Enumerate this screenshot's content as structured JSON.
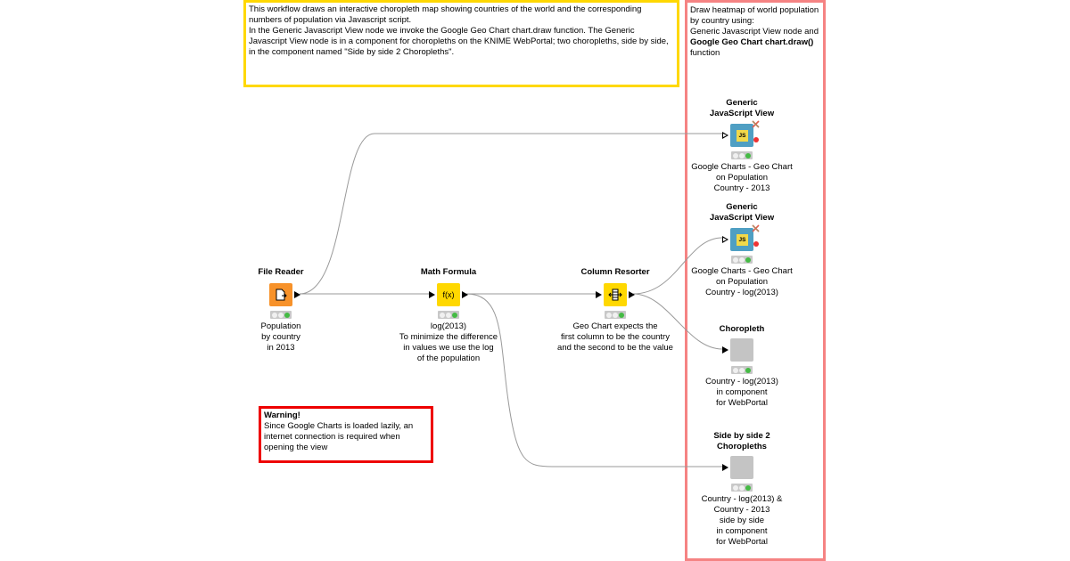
{
  "annotations": {
    "description": {
      "line1": "This workflow draws an interactive choropleth map showing countries of the world and the corresponding numbers of population via Javascript script.",
      "line2": "In the Generic Javascript View node we invoke the Google Geo Chart chart.draw function. The Generic Javascript View node is in a component for choropleths on the KNIME WebPortal; two choropleths, side by side, in the component named \"Side by side 2 Choropleths\".",
      "border_color": "#ffd800"
    },
    "heatmap_note": {
      "text1": "Draw heatmap of world population by country using:",
      "text2": "Generic Javascript View node and",
      "bold": "Google Geo Chart chart.draw()",
      "text3": "function",
      "border_color": "#f58383"
    },
    "warning": {
      "title": "Warning!",
      "text": "Since Google Charts is loaded lazily, an internet connection is required when opening the view",
      "border_color": "#ee0000"
    }
  },
  "nodes": [
    {
      "id": "file-reader",
      "title": "File Reader",
      "label": "Population\nby country\nin 2013",
      "color": "#f7922a",
      "icon": "file-reader-icon",
      "status": "executed"
    },
    {
      "id": "math-formula",
      "title": "Math Formula",
      "label": "log(2013)\nTo minimize the difference\nin values we use the log\nof the population",
      "color": "#ffd800",
      "icon": "fx-icon",
      "glyph": "f(x)",
      "status": "executed"
    },
    {
      "id": "column-resorter",
      "title": "Column Resorter",
      "label": "Geo Chart expects the\nfirst column to be the country\nand the second to be the value",
      "color": "#ffd800",
      "icon": "column-resorter-icon",
      "glyph": "⇳",
      "status": "executed"
    },
    {
      "id": "generic-js-view-1",
      "title": "Generic\nJavaScript View",
      "label": "Google Charts - Geo Chart\non Population\nCountry - 2013",
      "color": "#4f9fc3",
      "icon": "js-icon",
      "glyph": "JS",
      "status": "executed"
    },
    {
      "id": "generic-js-view-2",
      "title": "Generic\nJavaScript View",
      "label": "Google Charts - Geo Chart\non Population\nCountry - log(2013)",
      "color": "#4f9fc3",
      "icon": "js-icon",
      "glyph": "JS",
      "status": "executed"
    },
    {
      "id": "choropleth",
      "title": "Choropleth",
      "label": "Country - log(2013)\nin component\nfor WebPortal",
      "color": "#c4c4c4",
      "icon": "component-icon",
      "status": "executed"
    },
    {
      "id": "side-by-side",
      "title": "Side by side 2\nChoropleths",
      "label": "Country - log(2013) &\nCountry - 2013\nside by side\nin component\nfor WebPortal",
      "color": "#c4c4c4",
      "icon": "component-icon",
      "status": "executed"
    }
  ],
  "connections": [
    {
      "from": "file-reader",
      "to": "generic-js-view-1"
    },
    {
      "from": "file-reader",
      "to": "math-formula"
    },
    {
      "from": "math-formula",
      "to": "column-resorter"
    },
    {
      "from": "math-formula",
      "to": "side-by-side"
    },
    {
      "from": "column-resorter",
      "to": "generic-js-view-2"
    },
    {
      "from": "column-resorter",
      "to": "choropleth"
    }
  ]
}
